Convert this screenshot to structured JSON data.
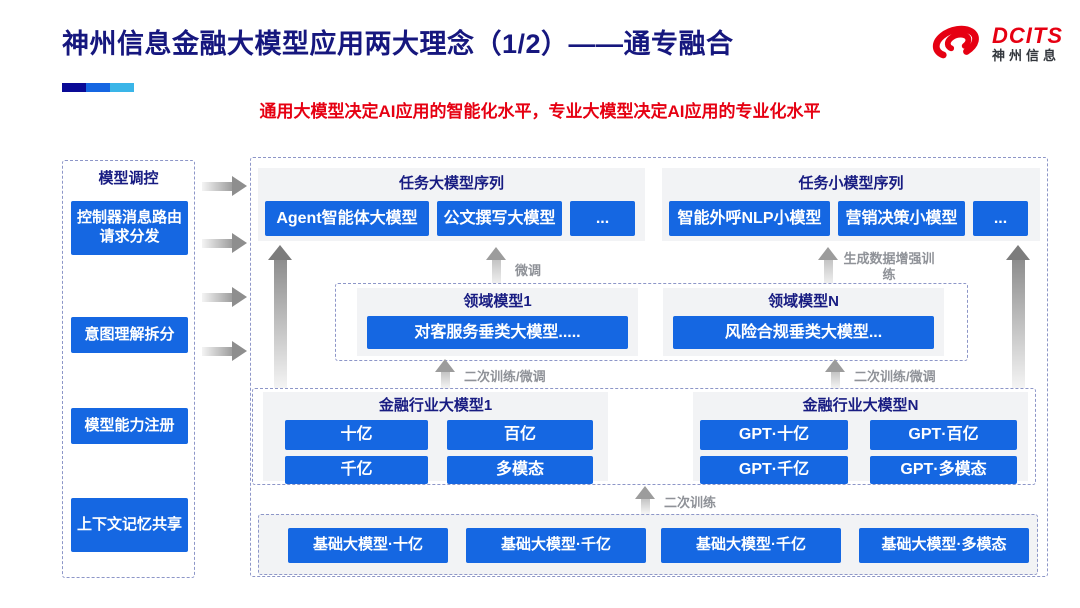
{
  "header": {
    "title": "神州信息金融大模型应用两大理念（1/2）——通专融合",
    "subtitle": "通用大模型决定AI应用的智能化水平，专业大模型决定AI应用的专业化水平",
    "logo": {
      "brand": "DCITS",
      "brand_cn": "神州信息"
    }
  },
  "colors": {
    "accent_blue": "#1567e2",
    "title_navy": "#16177e",
    "brand_red": "#e60012",
    "panel_gray": "#f2f3f5",
    "dashed_border": "#8d96c8",
    "arrow_gray": "#8e8e8e",
    "bar_segments": [
      "#0a0a96",
      "#1566e2",
      "#3ab5e8"
    ]
  },
  "sidebar": {
    "title": "模型调控",
    "items": [
      "控制器消息路由请求分发",
      "意图理解拆分",
      "模型能力注册",
      "上下文记忆共享"
    ]
  },
  "diagram": {
    "task_large": {
      "title": "任务大模型序列",
      "items": [
        "Agent智能体大模型",
        "公文撰写大模型",
        "..."
      ]
    },
    "task_small": {
      "title": "任务小模型序列",
      "items": [
        "智能外呼NLP小模型",
        "营销决策小模型",
        "..."
      ]
    },
    "domain": {
      "left": {
        "title": "领域模型1",
        "item": "对客服务垂类大模型....."
      },
      "right": {
        "title": "领域模型N",
        "item": "风险合规垂类大模型..."
      }
    },
    "industry": {
      "left": {
        "title": "金融行业大模型1",
        "items": [
          "十亿",
          "百亿",
          "千亿",
          "多模态"
        ]
      },
      "right": {
        "title": "金融行业大模型N",
        "items": [
          "GPT·十亿",
          "GPT·百亿",
          "GPT·千亿",
          "GPT·多模态"
        ]
      }
    },
    "base": {
      "items": [
        "基础大模型·十亿",
        "基础大模型·千亿",
        "基础大模型·千亿",
        "基础大模型·多模态"
      ]
    },
    "labels": {
      "finetune": "微调",
      "gen_data_training": "生成数据增强训练",
      "retrain_finetune_left": "二次训练/微调",
      "retrain_finetune_right": "二次训练/微调",
      "retrain": "二次训练"
    }
  }
}
